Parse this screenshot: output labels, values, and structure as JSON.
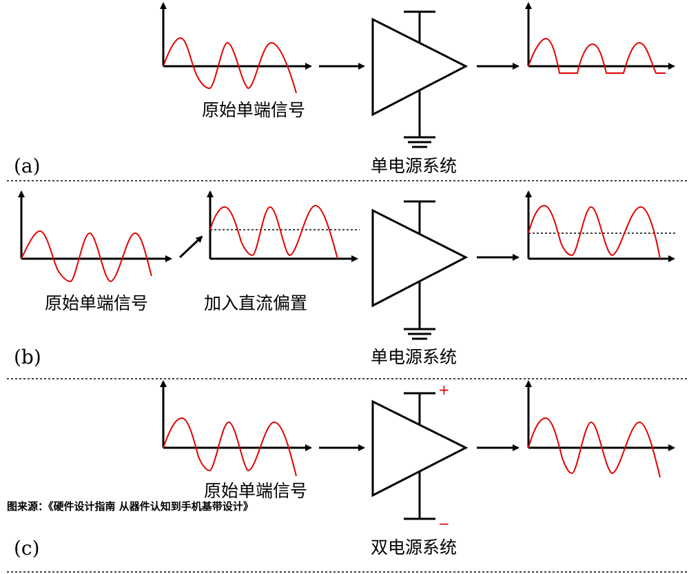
{
  "panels": {
    "a": {
      "label": "(a)",
      "input_caption": "原始单端信号",
      "system_caption": "单电源系统"
    },
    "b": {
      "label": "(b)",
      "input_caption": "原始单端信号",
      "bias_caption": "加入直流偏置",
      "system_caption": "单电源系统"
    },
    "c": {
      "label": "(c)",
      "input_caption": "原始单端信号",
      "system_caption": "双电源系统",
      "plus_sign": "+",
      "minus_sign": "−"
    }
  },
  "source_note": "图来源：《硬件设计指南 从器件认知到手机基带设计》",
  "colors": {
    "signal": "#e00000",
    "line": "#000000"
  }
}
